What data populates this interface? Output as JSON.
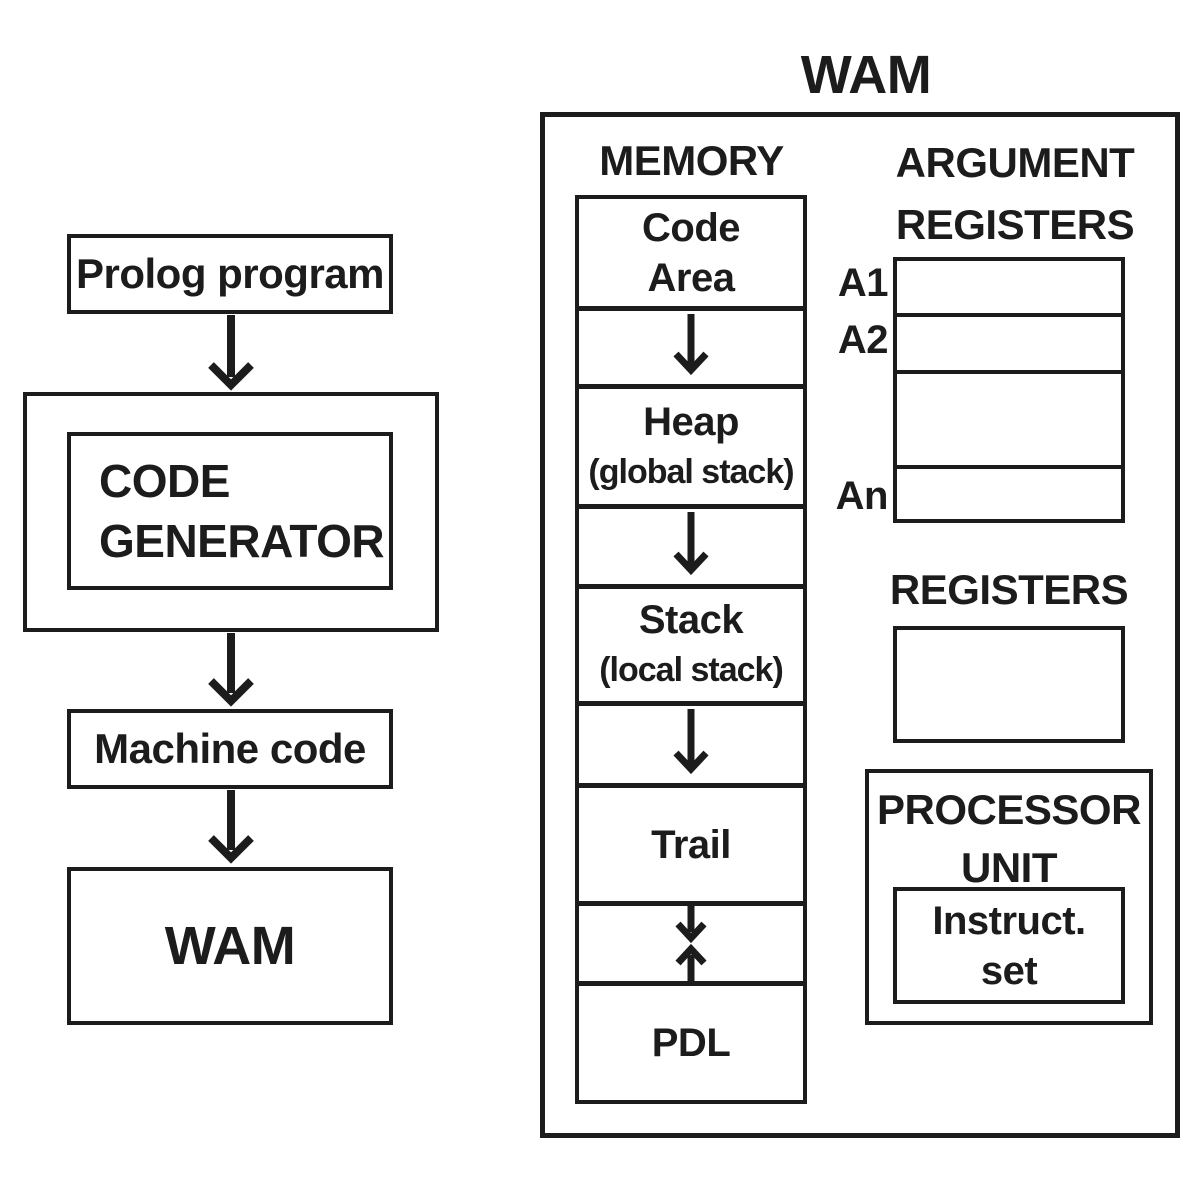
{
  "colors": {
    "ink": "#1c1c1c",
    "background": "#ffffff"
  },
  "left_flow": {
    "prolog_program": "Prolog program",
    "code_generator": [
      "CODE",
      "GENERATOR"
    ],
    "machine_code": "Machine code",
    "wam": "WAM"
  },
  "wam": {
    "title": "WAM",
    "memory": {
      "heading": "MEMORY",
      "code_area": [
        "Code",
        "Area"
      ],
      "heap": [
        "Heap",
        "(global stack)"
      ],
      "stack": [
        "Stack",
        "(local stack)"
      ],
      "trail": "Trail",
      "pdl": "PDL"
    },
    "argument_registers": {
      "heading": [
        "ARGUMENT",
        "REGISTERS"
      ],
      "row_labels": [
        "A1",
        "A2",
        "An"
      ]
    },
    "registers": {
      "heading": "REGISTERS"
    },
    "processor_unit": {
      "heading": [
        "PROCESSOR",
        "UNIT"
      ],
      "instruction_set": [
        "Instruct.",
        "set"
      ]
    }
  }
}
